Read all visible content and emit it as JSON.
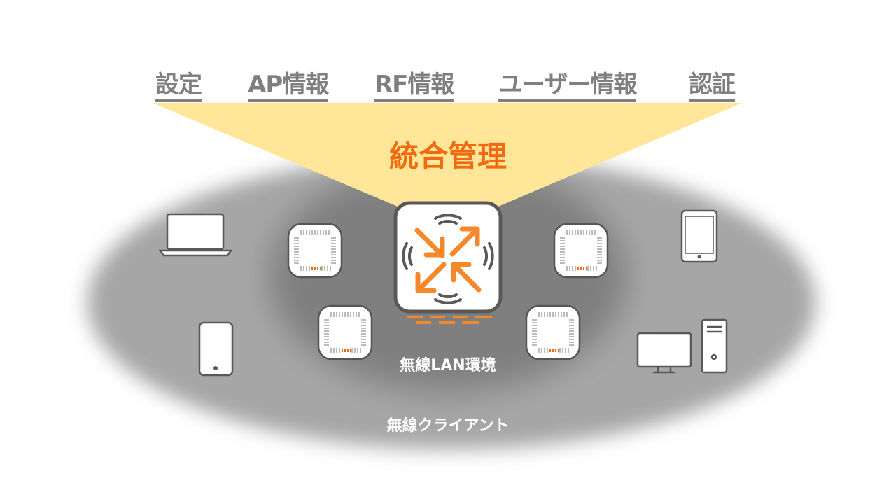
{
  "top_labels": [
    "設定",
    "AP情報",
    "RF情報",
    "ユーザー情報",
    "認証"
  ],
  "center_title": "統合管理",
  "inner_label": "無線LAN環境",
  "outer_label": "無線クライアント",
  "colors": {
    "accent": "#f26a10",
    "highlight": "#ffe699",
    "outer": "#a6a6a6",
    "inner": "#7f7f7f",
    "label": "#7f7f7f"
  },
  "icons": [
    "controller-icon",
    "access-point-icon",
    "laptop-icon",
    "tablet-icon",
    "smartphone-icon",
    "desktop-pc-icon"
  ]
}
